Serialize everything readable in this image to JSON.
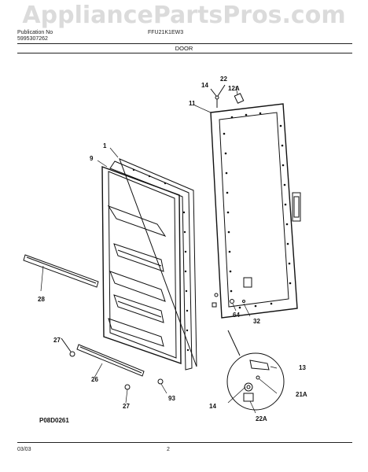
{
  "header": {
    "watermark": "AppliancePartsPros.com",
    "publication_label": "Publication No",
    "publication_number": "5995307262",
    "model": "FFU21K1EW3",
    "section_title": "DOOR"
  },
  "callouts": {
    "c1": "1",
    "c9": "9",
    "c11": "11",
    "c12A": "12A",
    "c13": "13",
    "c14_top": "14",
    "c14_bottom": "14",
    "c21A": "21A",
    "c22_top": "22",
    "c22A": "22A",
    "c26": "26",
    "c27_left": "27",
    "c27_bottom": "27",
    "c28": "28",
    "c32": "32",
    "c64": "64",
    "c93": "93"
  },
  "footer": {
    "diagram_code": "P08D0261",
    "date": "03/03",
    "page_number": "2"
  }
}
